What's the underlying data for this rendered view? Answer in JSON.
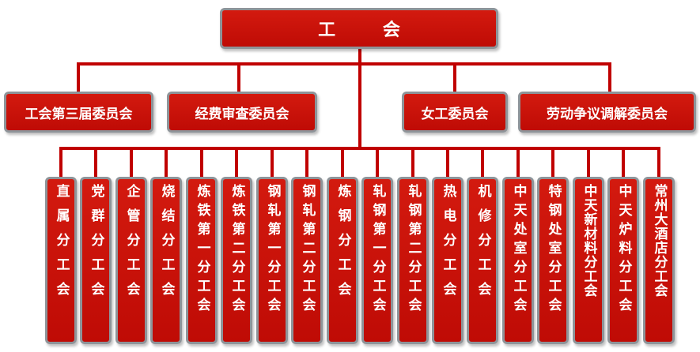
{
  "root": {
    "label": "工 会"
  },
  "committees": [
    {
      "id": "c1",
      "label": "工会第三届委员会"
    },
    {
      "id": "c2",
      "label": "经费审查委员会"
    },
    {
      "id": "c3",
      "label": "女工委员会"
    },
    {
      "id": "c4",
      "label": "劳动争议调解委员会"
    }
  ],
  "branches": [
    {
      "label": "直属分工会"
    },
    {
      "label": "党群分工会"
    },
    {
      "label": "企管分工会"
    },
    {
      "label": "烧结分工会"
    },
    {
      "label": "炼铁第一分工会"
    },
    {
      "label": "炼铁第二分工会"
    },
    {
      "label": "钢轧第一分工会"
    },
    {
      "label": "钢轧第二分工会"
    },
    {
      "label": "炼钢分工会"
    },
    {
      "label": "轧钢第一分工会"
    },
    {
      "label": "轧钢第二分工会"
    },
    {
      "label": "热电分工会"
    },
    {
      "label": "机修分工会"
    },
    {
      "label": "中天处室分工会"
    },
    {
      "label": "特钢处室分工会"
    },
    {
      "label": "中天新材料分工会"
    },
    {
      "label": "中天炉料分工会"
    },
    {
      "label": "常州大酒店分工会"
    }
  ],
  "colors": {
    "box": "#c8120a",
    "border": "#8e9499",
    "line": "#c00000",
    "text": "#ffffff"
  }
}
